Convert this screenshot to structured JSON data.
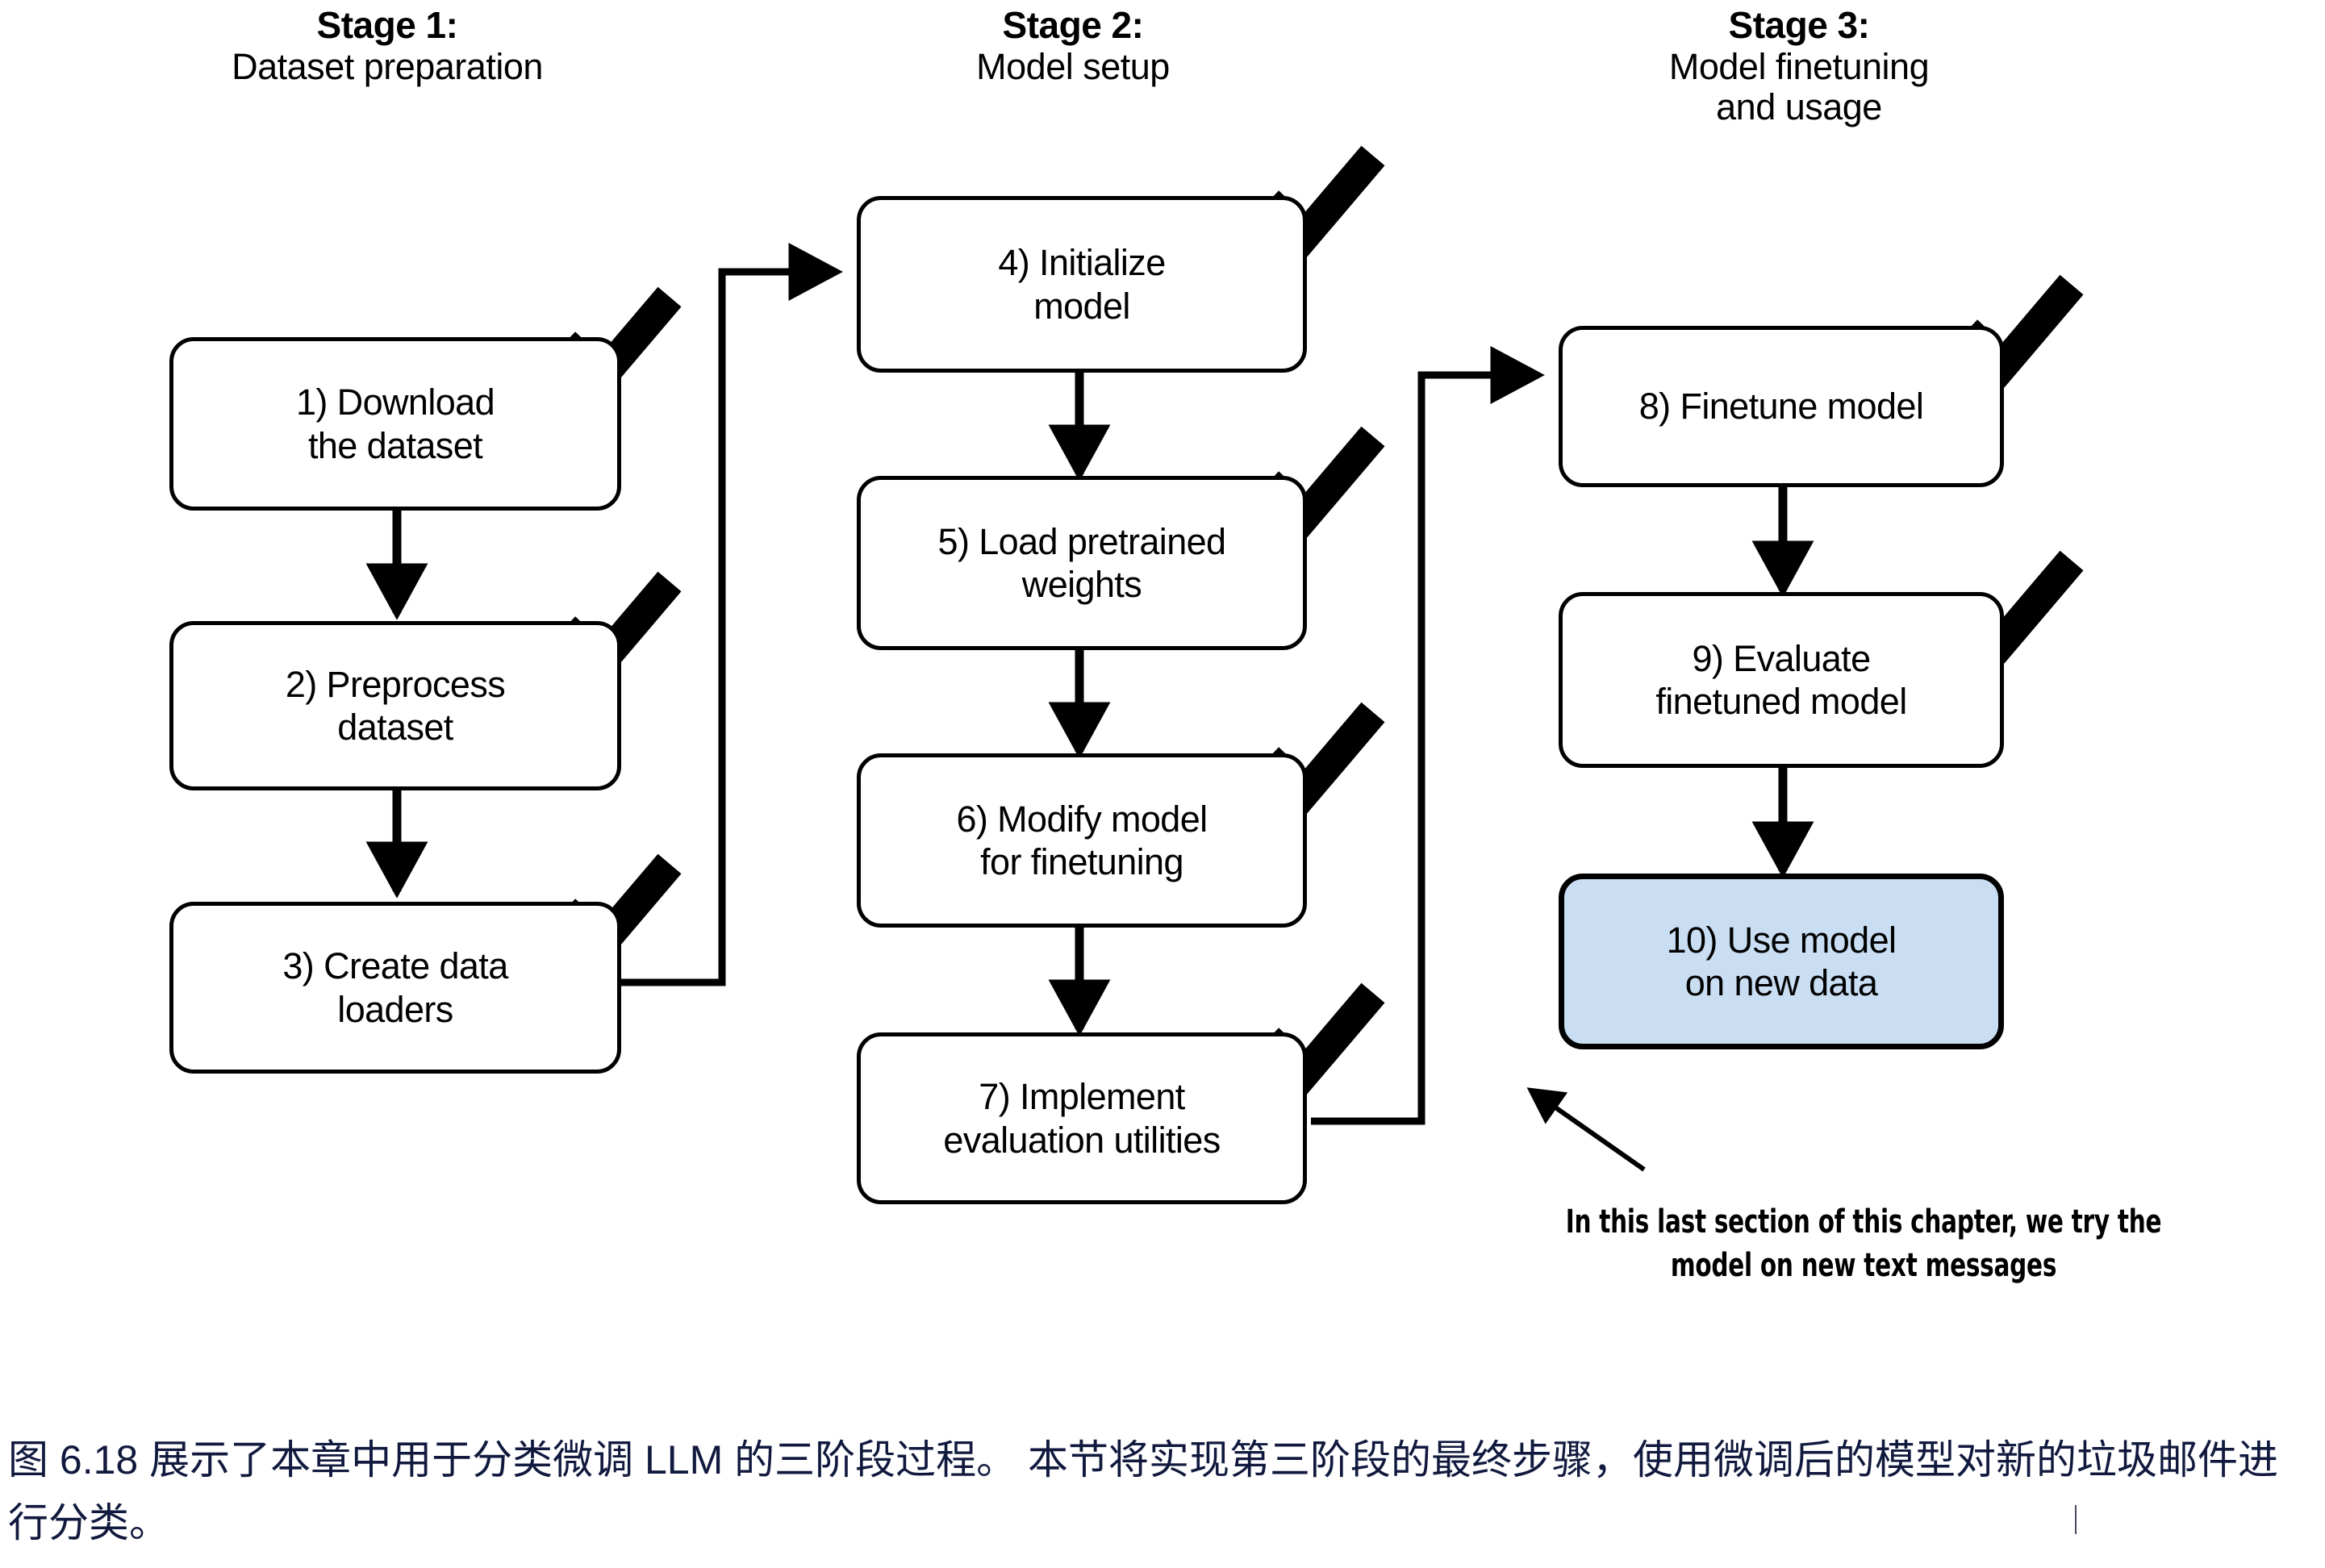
{
  "figure": {
    "title": "Three-stage LLM classification finetuning process",
    "stages": [
      {
        "id": "stage1",
        "label": "Stage 1:",
        "desc": "Dataset preparation"
      },
      {
        "id": "stage2",
        "label": "Stage 2:",
        "desc": "Model setup"
      },
      {
        "id": "stage3",
        "label": "Model finetuning",
        "desc_line2": "and usage",
        "label_top": "Stage 3:"
      }
    ],
    "stage_headings": [
      {
        "label": "Stage 1:",
        "desc": "Dataset preparation"
      },
      {
        "label": "Stage 2:",
        "desc": "Model setup"
      },
      {
        "label": "Stage 3:",
        "desc": "Model finetuning\nand usage"
      }
    ],
    "steps": [
      {
        "n": 1,
        "stage": 1,
        "text": "1) Download\nthe dataset",
        "checked": true,
        "highlight": false
      },
      {
        "n": 2,
        "stage": 1,
        "text": "2) Preprocess\ndataset",
        "checked": true,
        "highlight": false
      },
      {
        "n": 3,
        "stage": 1,
        "text": "3) Create data\nloaders",
        "checked": true,
        "highlight": false
      },
      {
        "n": 4,
        "stage": 2,
        "text": "4) Initialize\nmodel",
        "checked": true,
        "highlight": false
      },
      {
        "n": 5,
        "stage": 2,
        "text": "5) Load pretrained\nweights",
        "checked": true,
        "highlight": false
      },
      {
        "n": 6,
        "stage": 2,
        "text": "6) Modify model\nfor finetuning",
        "checked": true,
        "highlight": false
      },
      {
        "n": 7,
        "stage": 2,
        "text": "7) Implement\nevaluation utilities",
        "checked": true,
        "highlight": false
      },
      {
        "n": 8,
        "stage": 3,
        "text": "8) Finetune model",
        "checked": true,
        "highlight": false
      },
      {
        "n": 9,
        "stage": 3,
        "text": "9) Evaluate\nfinetuned model",
        "checked": true,
        "highlight": false
      },
      {
        "n": 10,
        "stage": 3,
        "text": "10) Use model\non new data",
        "checked": false,
        "highlight": true
      }
    ],
    "step_labels": {
      "s1_line1": "1) Download",
      "s1_line2": "the dataset",
      "s2_line1": "2) Preprocess",
      "s2_line2": "dataset",
      "s3_line1": "3) Create data",
      "s3_line2": "loaders",
      "s4_line1": "4) Initialize",
      "s4_line2": "model",
      "s5_line1": "5) Load pretrained",
      "s5_line2": "weights",
      "s6_line1": "6) Modify model",
      "s6_line2": "for finetuning",
      "s7_line1": "7) Implement",
      "s7_line2": "evaluation utilities",
      "s8_line1": "8) Finetune model",
      "s8_line2": "",
      "s9_line1": "9) Evaluate",
      "s9_line2": "finetuned model",
      "s10_line1": "10) Use model",
      "s10_line2": "on new data"
    },
    "annotation": {
      "line1": "In this last section of this chapter, we try the",
      "line2": "model on new text messages"
    },
    "caption": "图 6.18 展示了本章中用于分类微调 LLM 的三阶段过程。 本节将实现第三阶段的最终步骤，使用微调后的模型对新的垃圾邮件进行分类。",
    "colors": {
      "stroke": "#000000",
      "highlight_fill": "#c9ddf3",
      "caption_text": "#111a3e",
      "background": "#ffffff"
    },
    "icons": {
      "check": "checkmark-icon",
      "arrow": "arrow-icon"
    }
  }
}
